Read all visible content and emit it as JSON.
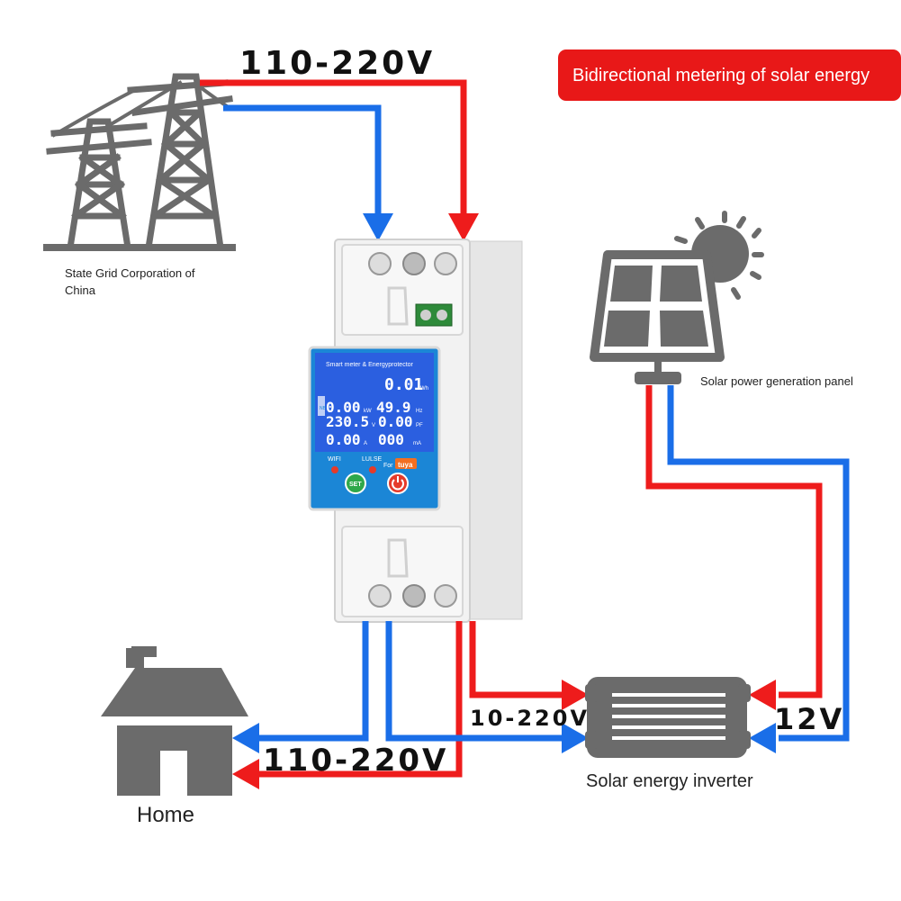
{
  "header": {
    "banner": "Bidirectional metering of solar energy"
  },
  "grid": {
    "voltage": "110-220V",
    "label_line1": "State Grid Corporation of",
    "label_line2": "China"
  },
  "meter": {
    "title": "Smart meter & Energyprotector",
    "rows": [
      {
        "left": "",
        "right": "0.01",
        "right_unit": "kWh"
      },
      {
        "left": "0.00",
        "left_unit": "kW",
        "right": "49.9",
        "right_unit": "Hz"
      },
      {
        "left": "230.5",
        "left_unit": "V",
        "right": "0.00",
        "right_unit": "PF"
      },
      {
        "left": "0.00",
        "left_unit": "A",
        "right": "000",
        "right_unit": "mA"
      }
    ],
    "wifi_label": "WIFI",
    "pulse_label": "LULSE",
    "brand": "tuya",
    "brand_prefix": "For",
    "set_label": "SET",
    "side_tag": "NB"
  },
  "solar_panel": {
    "label": "Solar power generation panel"
  },
  "inverter": {
    "label": "Solar energy inverter",
    "ac_voltage": "10-220V",
    "dc_voltage": "12V"
  },
  "home": {
    "label": "Home",
    "voltage": "110-220V"
  },
  "colors": {
    "red_wire": "#ee1c1c",
    "blue_wire": "#1a6ee8",
    "icon_gray": "#6b6b6b",
    "banner_red": "#e81818",
    "lcd_blue": "#1f4fd6"
  }
}
